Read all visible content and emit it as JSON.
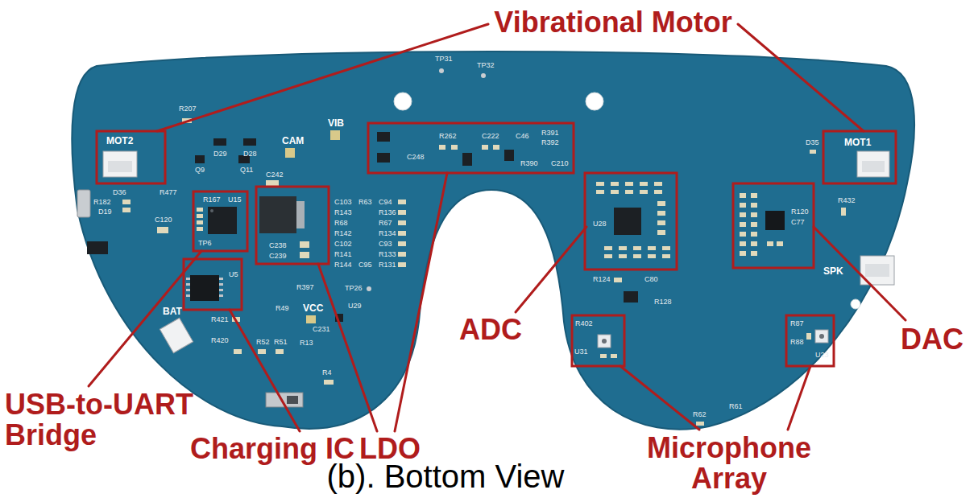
{
  "diagram": {
    "caption": "(b). Bottom View",
    "labels": [
      "Vibrational Motor",
      "TP31",
      "TP32",
      "R207",
      "MOT2",
      "VIB",
      "R262",
      "C222",
      "C46",
      "R391",
      "R392",
      "MOT1",
      "D35",
      "CAM",
      "D29",
      "D28",
      "C248",
      "R390",
      "C210",
      "Q9",
      "Q11",
      "C242",
      "D36",
      "R477",
      "R167",
      "U15",
      "C103",
      "R63",
      "C94",
      "R432",
      "R182",
      "D19",
      "R120",
      "R143",
      "R136",
      "C120",
      "C77",
      "R68",
      "R67",
      "U28",
      "R142",
      "R134",
      "TP6",
      "C102",
      "C93",
      "C238",
      "R141",
      "R133",
      "C239",
      "R144",
      "C95",
      "R131",
      "SPK",
      "U5",
      "R124",
      "C80",
      "R397",
      "TP26",
      "R128",
      "U29",
      "R49",
      "VCC",
      "BAT",
      "ADC",
      "R421",
      "R402",
      "R87",
      "DAC",
      "C231",
      "R420",
      "R52",
      "R51",
      "R88",
      "R13",
      "U31",
      "U23",
      "R4",
      "USB-to-UART Bridge",
      "R62",
      "R61",
      "Charging IC",
      "LDO",
      "Microphone Array"
    ]
  }
}
